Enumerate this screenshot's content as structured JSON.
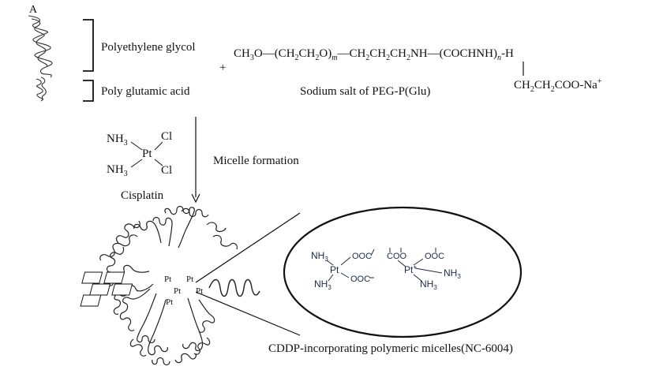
{
  "panel_label": "A",
  "labels": {
    "peg": "Polyethylene glycol",
    "pglu": "Poly glutamic acid",
    "plus": "+",
    "formula_caption": "Sodium salt of PEG-P(Glu)",
    "micelle_formation": "Micelle formation",
    "cisplatin": "Cisplatin",
    "product": "CDDP-incorporating polymeric micelles(NC-6004)"
  },
  "formula": {
    "ch3o": "CH",
    "ch3o_sub": "3",
    "ch3o_tail": "O",
    "bond1": "—",
    "peg_unit": "(CH",
    "peg_sub1": "2",
    "peg_mid": "CH",
    "peg_sub2": "2",
    "peg_tail": "O)",
    "peg_m": "m",
    "bond2": "—",
    "linker": "CH",
    "linker_s1": "2",
    "linker_m1": "CH",
    "linker_s2": "2",
    "linker_m2": "CH",
    "linker_s3": "2",
    "linker_tail": "NH",
    "bond3": "—",
    "glu_unit": "(COCHNH)",
    "glu_n": "n",
    "glu_end": "-H",
    "side_chain": "CH",
    "side_s1": "2",
    "side_m1": "CH",
    "side_s2": "2",
    "side_tail": "COO-Na",
    "side_plus": "+"
  },
  "cisplatin": {
    "nh3_top": "NH",
    "nh3_top_sub": "3",
    "nh3_bottom": "NH",
    "nh3_bottom_sub": "3",
    "pt": "Pt",
    "cl_top": "Cl",
    "cl_bottom": "Cl"
  },
  "core_pt_labels": [
    "Pt",
    "Pt",
    "Pt",
    "Pt",
    "Pt"
  ],
  "zoom": {
    "left": {
      "nh3_top": "NH",
      "nh3_top_sub": "3",
      "pt": "Pt",
      "nh3_bottom": "NH",
      "nh3_bottom_sub": "3",
      "ooc_top": "OOC",
      "ooc_bottom": "OOC"
    },
    "right": {
      "coo": "COO",
      "pt": "Pt",
      "pt_sup": "+",
      "ooc": "OOC",
      "nh3_top": "NH",
      "nh3_top_sub": "3",
      "nh3_bottom": "NH",
      "nh3_bottom_sub": "3"
    }
  }
}
